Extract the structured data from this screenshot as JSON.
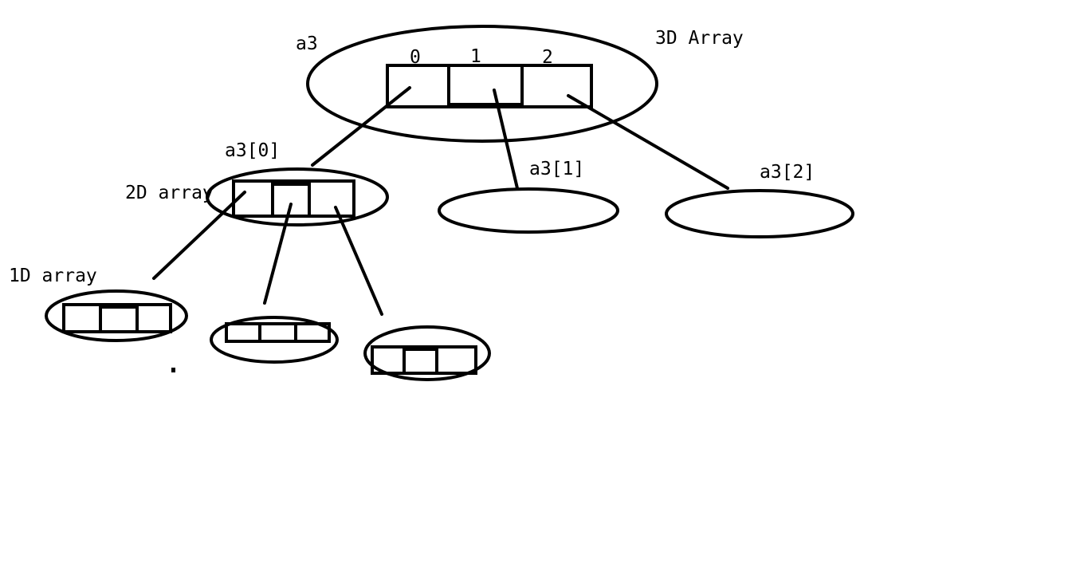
{
  "labels": {
    "root_variable": "a3",
    "three_d": "3D Array",
    "index_0": "0",
    "index_1": "1",
    "index_2": "2",
    "a3_0": "a3[0]",
    "a3_1": "a3[1]",
    "a3_2": "a3[2]",
    "two_d": "2D array",
    "one_d": "1D array"
  },
  "colors": {
    "stroke": "#000000",
    "background": "#ffffff"
  }
}
